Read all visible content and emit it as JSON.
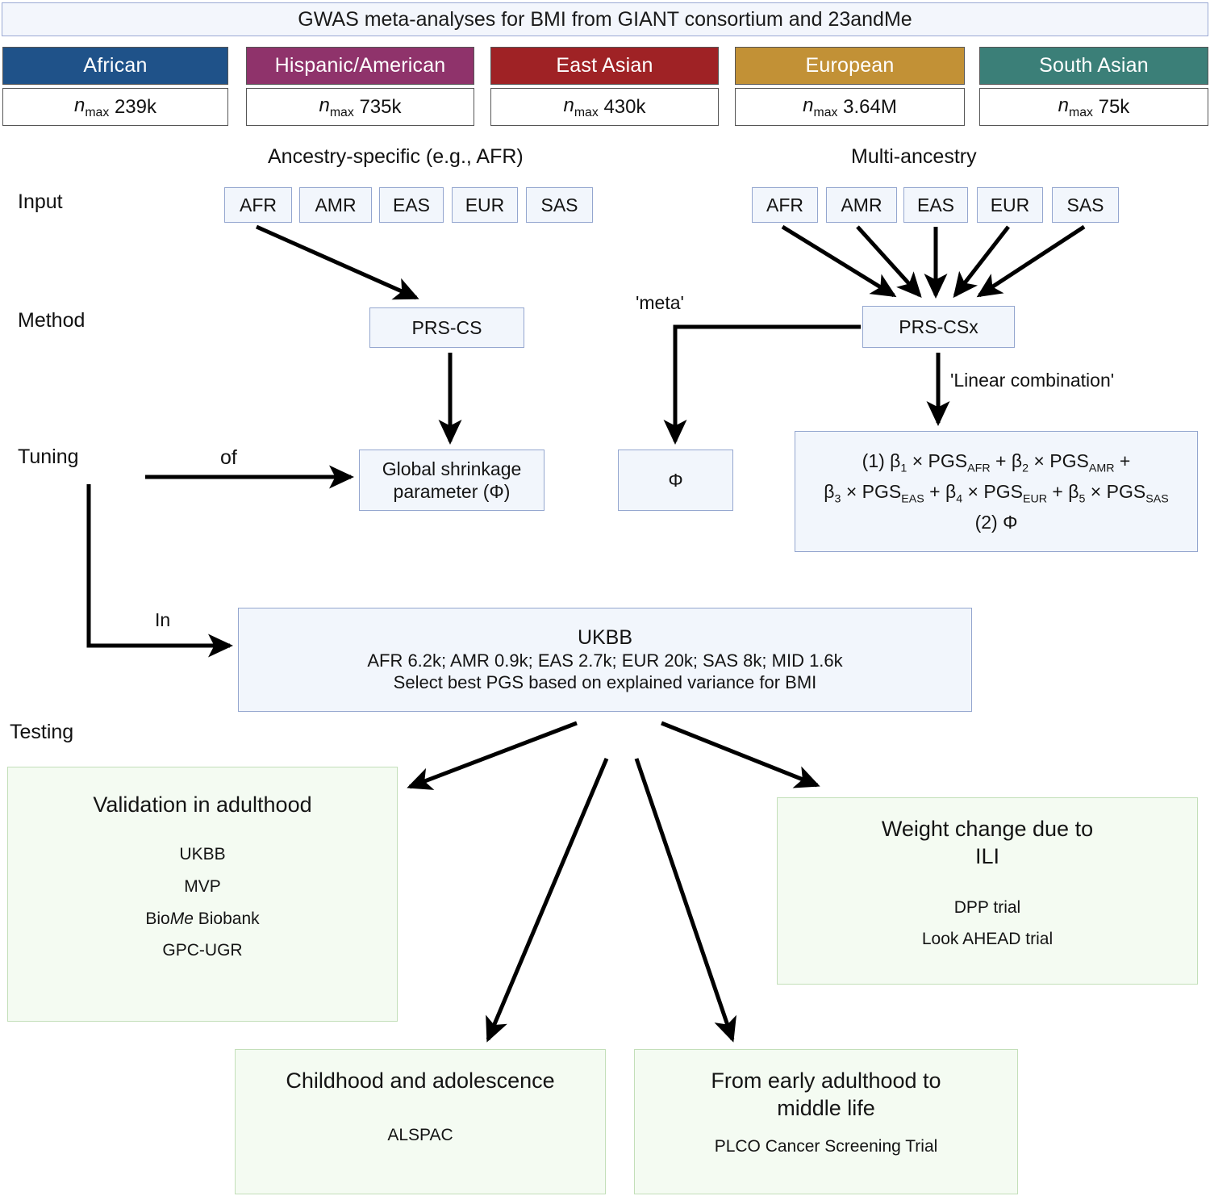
{
  "banner": {
    "title": "GWAS meta-analyses for BMI from GIANT consortium and 23andMe"
  },
  "ancestries": [
    {
      "name": "African",
      "n_label": "n",
      "n_sub": "max",
      "n_value": "239k",
      "color": "#1f5289"
    },
    {
      "name": "Hispanic/American",
      "n_label": "n",
      "n_sub": "max",
      "n_value": "735k",
      "color": "#8f336b"
    },
    {
      "name": "East Asian",
      "n_label": "n",
      "n_sub": "max",
      "n_value": "430k",
      "color": "#9f2225"
    },
    {
      "name": "European",
      "n_label": "n",
      "n_sub": "max",
      "n_value": "3.64M",
      "color": "#c29136"
    },
    {
      "name": "South Asian",
      "n_label": "n",
      "n_sub": "max",
      "n_value": "75k",
      "color": "#3b7f78"
    }
  ],
  "row_labels": {
    "input": "Input",
    "method": "Method",
    "tuning": "Tuning",
    "testing": "Testing"
  },
  "columns": {
    "ancestry_specific": "Ancestry-specific (e.g., AFR)",
    "multi_ancestry": "Multi-ancestry"
  },
  "input_nodes_left": [
    "AFR",
    "AMR",
    "EAS",
    "EUR",
    "SAS"
  ],
  "input_nodes_right": [
    "AFR",
    "AMR",
    "EAS",
    "EUR",
    "SAS"
  ],
  "methods": {
    "prs_cs": "PRS-CS",
    "prs_csx": "PRS-CSx"
  },
  "edge_labels": {
    "meta": "'meta'",
    "linear_combination": "'Linear combination'",
    "of": "of",
    "in": "In"
  },
  "tuning": {
    "global_shrinkage_line1": "Global shrinkage",
    "global_shrinkage_line2": "parameter (Φ)",
    "phi": "Φ",
    "equation_line1_a": "(1) β",
    "equation": {
      "line1": "(1) β1 × PGSAFR + β2 × PGSAMR +",
      "line2": "β3 × PGSEAS + β4 × PGSEUR + β5 × PGSSAS",
      "line3": "(2) Φ"
    }
  },
  "ukbb": {
    "title": "UKBB",
    "counts": "AFR 6.2k; AMR 0.9k; EAS 2.7k; EUR 20k; SAS 8k; MID 1.6k",
    "selection": "Select best PGS based on explained variance for BMI"
  },
  "testing_boxes": [
    {
      "id": "validation-in-adulthood",
      "title": "Validation in adulthood",
      "items": [
        "UKBB",
        "MVP",
        "BioMe Biobank",
        "GPC-UGR"
      ]
    },
    {
      "id": "weight-change-due-to-ili",
      "title": "Weight change due to\nILI",
      "items": [
        "DPP trial",
        "Look AHEAD trial"
      ]
    },
    {
      "id": "childhood-and-adolescence",
      "title": "Childhood and adolescence",
      "items": [
        "ALSPAC"
      ]
    },
    {
      "id": "from-early-adulthood-to-middle-life",
      "title": "From early adulthood to\nmiddle life",
      "items": [
        "PLCO Cancer Screening Trial"
      ]
    }
  ],
  "colors": {
    "node_fill": "#f2f6fc",
    "node_border": "#94a6cf",
    "green_fill": "#f4fbf2",
    "green_border": "#c3dfb9",
    "arrow": "#000000"
  }
}
